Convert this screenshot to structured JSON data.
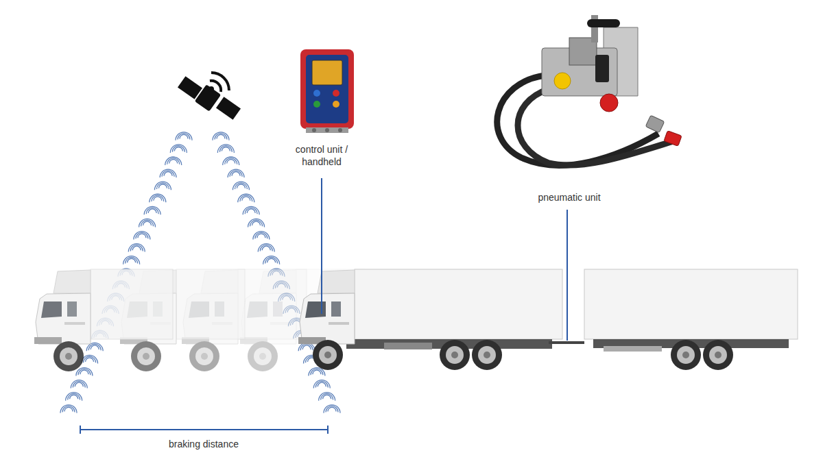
{
  "diagram": {
    "labels": [
      "control unit / handheld",
      "pneumatic unit",
      "braking distance"
    ]
  }
}
